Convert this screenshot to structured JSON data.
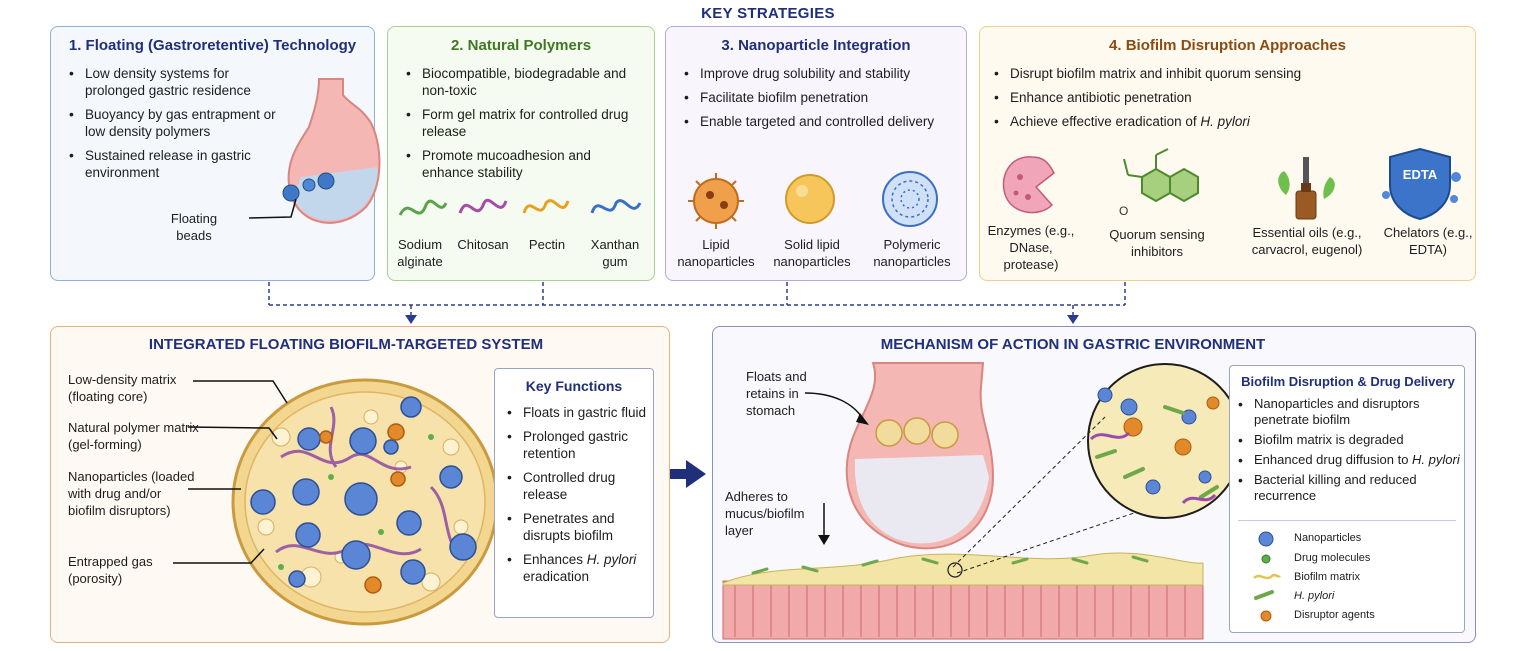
{
  "header": {
    "title": "KEY STRATEGIES"
  },
  "strategies": {
    "floating": {
      "title": "1. Floating (Gastroretentive) Technology",
      "bullets": [
        "Low density systems for prolonged gastric residence",
        "Buoyancy by gas entrapment or low density polymers",
        "Sustained release in gastric environment"
      ],
      "callout": "Floating beads"
    },
    "polymers": {
      "title": "2. Natural Polymers",
      "bullets": [
        "Biocompatible, biodegradable and non-toxic",
        "Form gel matrix for controlled drug release",
        "Promote mucoadhesion and enhance stability"
      ],
      "items": [
        "Sodium alginate",
        "Chitosan",
        "Pectin",
        "Xanthan gum"
      ]
    },
    "nano": {
      "title": "3. Nanoparticle Integration",
      "bullets": [
        "Improve drug solubility and stability",
        "Facilitate biofilm penetration",
        "Enable targeted and controlled delivery"
      ],
      "items": [
        "Lipid nanoparticles",
        "Solid lipid nanoparticles",
        "Polymeric nanoparticles"
      ]
    },
    "biofilm": {
      "title": "4. Biofilm Disruption Approaches",
      "bullets": [
        "Disrupt biofilm matrix and inhibit quorum sensing",
        "Enhance antibiotic penetration"
      ],
      "bullet3_prefix": "Achieve effective eradication of ",
      "bullet3_italic": "H. pylori",
      "items": [
        "Enzymes (e.g., DNase, protease)",
        "Quorum sensing inhibitors",
        "Essential oils (e.g., carvacrol, eugenol)",
        "Chelators (e.g., EDTA)"
      ],
      "edta_badge": "EDTA",
      "molecule_o": "O"
    }
  },
  "integrated": {
    "title": "INTEGRATED FLOATING BIOFILM-TARGETED SYSTEM",
    "labels": [
      "Low-density matrix (floating core)",
      "Natural polymer matrix (gel-forming)",
      "Nanoparticles (loaded with drug and/or biofilm disruptors)",
      "Entrapped gas (porosity)"
    ],
    "key_functions": {
      "title": "Key Functions",
      "items": [
        "Floats in gastric fluid",
        "Prolonged gastric retention",
        "Controlled drug release",
        "Penetrates and disrupts biofilm"
      ],
      "item5_prefix": "Enhances ",
      "item5_italic": "H. pylori",
      "item5_suffix": " eradication"
    }
  },
  "mechanism": {
    "title": "MECHANISM OF ACTION IN GASTRIC ENVIRONMENT",
    "float_label": "Floats and retains in stomach",
    "adhere_label": "Adheres to mucus/biofilm layer",
    "panel": {
      "title": "Biofilm Disruption & Drug Delivery",
      "bullets": [
        "Nanoparticles and disruptors penetrate biofilm",
        "Biofilm matrix is degraded"
      ],
      "bullet3_prefix": "Enhanced drug diffusion to ",
      "bullet3_italic": "H. pylori",
      "bullet4": "Bacterial killing and reduced recurrence"
    },
    "legend": [
      "Nanoparticles",
      "Drug molecules",
      "Biofilm matrix",
      "H. pylori",
      "Disruptor agents"
    ]
  },
  "colors": {
    "navy": "#1f2f7a",
    "box1_border": "#8fb0dc",
    "box1_bg": "#f4f8fd",
    "box2_border": "#a9d08e",
    "box2_bg": "#f6fbf1",
    "box2_title": "#3e7a22",
    "box3_border": "#b9a6dd",
    "box3_bg": "#f8f5fd",
    "box4_border": "#efcf8e",
    "box4_bg": "#fffaf0",
    "box4_title": "#8a4c12",
    "bottom_left_border": "#e8b07c",
    "bottom_left_bg": "#fff9f3",
    "bottom_right_border": "#8a8fc2",
    "bottom_right_bg": "#f8f8fd"
  }
}
